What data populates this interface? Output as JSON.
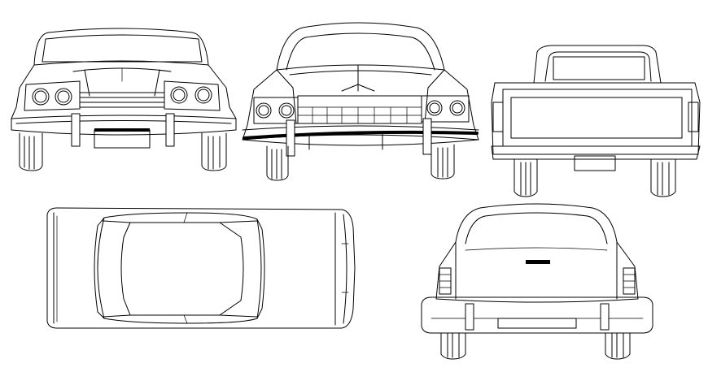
{
  "drawing": {
    "background": "#ffffff",
    "line_color": "#000000",
    "views": [
      "car-front-view-1",
      "car-front-view-2",
      "pickup-rear-view",
      "car-top-view",
      "wagon-rear-view"
    ]
  }
}
